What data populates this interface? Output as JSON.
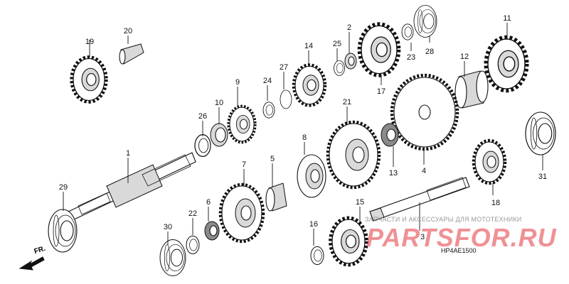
{
  "callouts": {
    "c1": "1",
    "c2": "2",
    "c3": "3",
    "c4": "4",
    "c5": "5",
    "c6": "6",
    "c7": "7",
    "c8": "8",
    "c9": "9",
    "c10": "10",
    "c11": "11",
    "c12": "12",
    "c13": "13",
    "c14": "14",
    "c15": "15",
    "c16": "16",
    "c17": "17",
    "c18": "18",
    "c19": "19",
    "c20": "20",
    "c21": "21",
    "c22": "22",
    "c23": "23",
    "c24": "24",
    "c25": "25",
    "c26": "26",
    "c27": "27",
    "c28": "28",
    "c29": "29",
    "c30": "30",
    "c31": "31"
  },
  "direction_label": "FR.",
  "diagram_code": "HP4AE1500",
  "watermark": {
    "caption": "ЗАПЧАСТИ И АКСЕССУАРЫ ДЛЯ МОТОТЕХНИКИ",
    "logo": "PARTSFOR.RU",
    "color": "#e3393f"
  }
}
